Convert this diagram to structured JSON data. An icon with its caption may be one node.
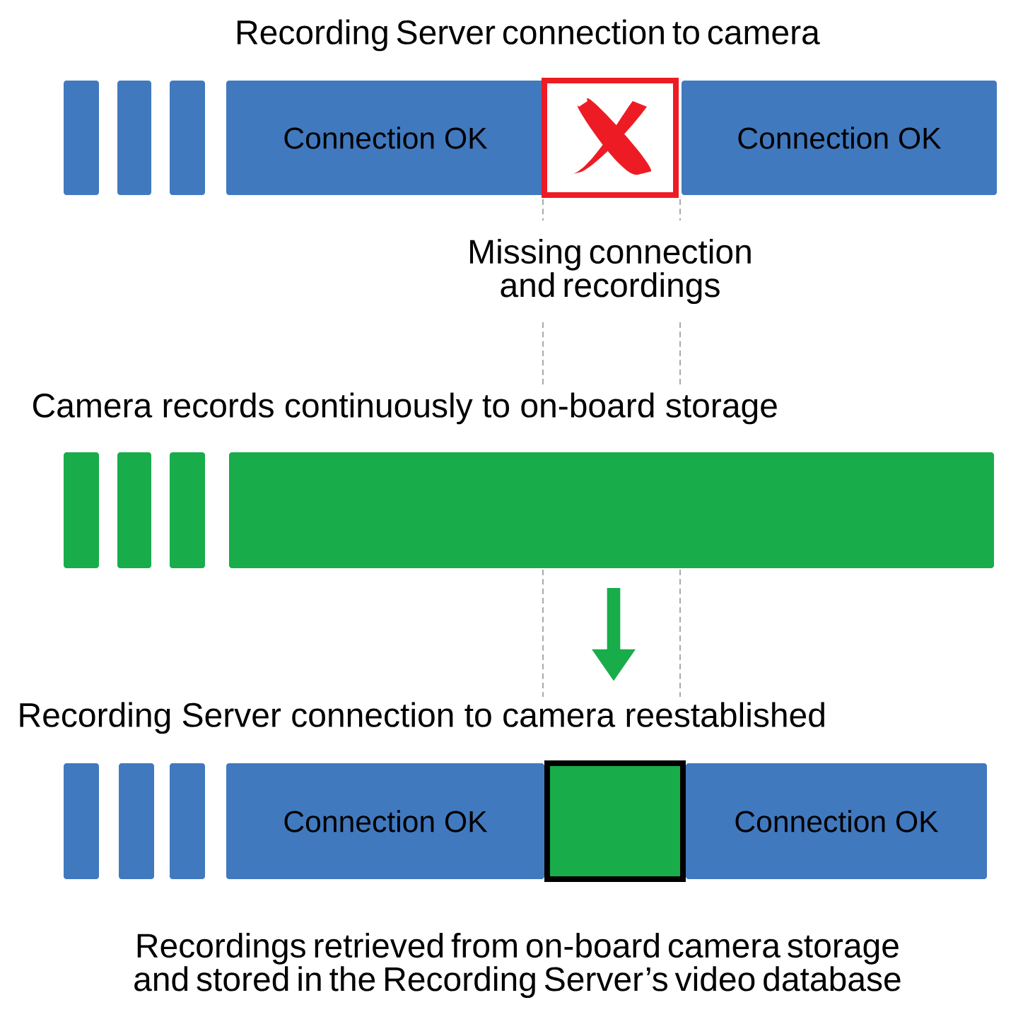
{
  "diagram": {
    "nodes": [
      {
        "text": [],
        "shape": "bar"
      },
      {
        "text": [],
        "shape": "bar"
      },
      {
        "text": [],
        "shape": "bar"
      },
      {
        "text": [
          "Connection OK"
        ]
      },
      {
        "text": [],
        "shape": "box",
        "beside": [
          "Missing connection and recordings"
        ]
      },
      {
        "text": [
          "Connection OK"
        ]
      },
      {
        "text": [],
        "shape": "bar"
      },
      {
        "text": [],
        "shape": "bar"
      },
      {
        "text": [],
        "shape": "bar"
      },
      {
        "text": [],
        "shape": "bar"
      },
      {
        "text": [],
        "shape": "bar"
      },
      {
        "text": [],
        "shape": "bar"
      },
      {
        "text": [],
        "shape": "bar"
      },
      {
        "text": [
          "Connection OK"
        ]
      },
      {
        "text": [],
        "shape": "box"
      },
      {
        "text": [
          "Connection OK"
        ]
      }
    ],
    "labels": [
      "Recording Server connection to camera",
      "Camera records continuously to on-board storage",
      "Recording Server connection to camera reestablished",
      "Recordings retrieved from on-board camera storage and stored in the Recording Server’s video database"
    ]
  }
}
